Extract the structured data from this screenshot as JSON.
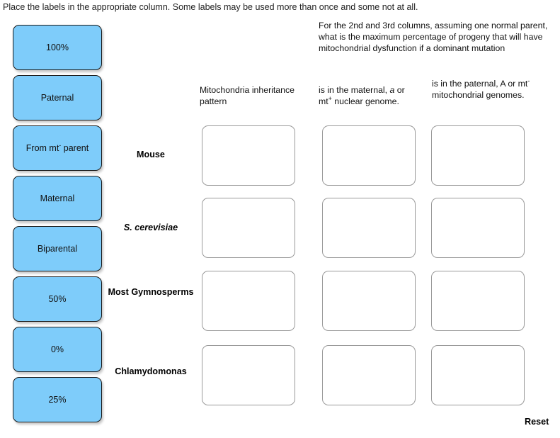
{
  "instruction": "Place the labels in the appropriate column.  Some labels may be used more than once and some not at all.",
  "prompt": "For the 2nd and 3rd columns, assuming one normal parent, what is the maximum percentage of progeny that will have mitochondrial dysfunction if a dominant mutation",
  "colors": {
    "tile_fill": "#7ECCFA",
    "tile_border": "#1b1b1b",
    "dropzone_border": "#9a9a9a",
    "page_background": "#ffffff",
    "text": "#111111"
  },
  "tiles": [
    {
      "label": "100%"
    },
    {
      "label": "Paternal"
    },
    {
      "label": "From mt- parent"
    },
    {
      "label": "Maternal"
    },
    {
      "label": "Biparental"
    },
    {
      "label": "50%"
    },
    {
      "label": "0%"
    },
    {
      "label": "25%"
    }
  ],
  "columns": [
    {
      "header": "Mitochondria inheritance pattern"
    },
    {
      "header": "is in the maternal, a or mt+ nuclear genome."
    },
    {
      "header": "is in the paternal, A or mt- mitochondrial genomes."
    }
  ],
  "rows": [
    {
      "label": "Mouse"
    },
    {
      "label": "S. cerevisiae"
    },
    {
      "label": "Most Gymnosperms"
    },
    {
      "label": "Chlamydomonas"
    }
  ],
  "cells": [
    {
      "row": "Mouse",
      "column": "Mitochondria inheritance pattern",
      "value": ""
    },
    {
      "row": "Mouse",
      "column": "is in the maternal, a or mt+ nuclear genome.",
      "value": ""
    },
    {
      "row": "Mouse",
      "column": "is in the paternal, A or mt- mitochondrial genomes.",
      "value": ""
    },
    {
      "row": "S. cerevisiae",
      "column": "Mitochondria inheritance pattern",
      "value": ""
    },
    {
      "row": "S. cerevisiae",
      "column": "is in the maternal, a or mt+ nuclear genome.",
      "value": ""
    },
    {
      "row": "S. cerevisiae",
      "column": "is in the paternal, A or mt- mitochondrial genomes.",
      "value": ""
    },
    {
      "row": "Most Gymnosperms",
      "column": "Mitochondria inheritance pattern",
      "value": ""
    },
    {
      "row": "Most Gymnosperms",
      "column": "is in the maternal, a or mt+ nuclear genome.",
      "value": ""
    },
    {
      "row": "Most Gymnosperms",
      "column": "is in the paternal, A or mt- mitochondrial genomes.",
      "value": ""
    },
    {
      "row": "Chlamydomonas",
      "column": "Mitochondria inheritance pattern",
      "value": ""
    },
    {
      "row": "Chlamydomonas",
      "column": "is in the maternal, a or mt+ nuclear genome.",
      "value": ""
    },
    {
      "row": "Chlamydomonas",
      "column": "is in the paternal, A or mt- mitochondrial genomes.",
      "value": ""
    }
  ],
  "reset_label": "Reset"
}
